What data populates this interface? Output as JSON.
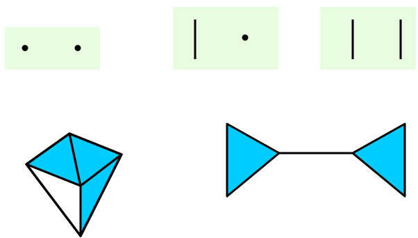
{
  "colors": {
    "panel_fill": "#e8fce0",
    "shape_fill": "#00ccff",
    "stroke": "#000000",
    "background": "#ffffff"
  },
  "diagram": {
    "panels": [
      {
        "id": "panel-1",
        "content": [
          "dot",
          "dot"
        ]
      },
      {
        "id": "panel-2",
        "content": [
          "bar",
          "dot"
        ]
      },
      {
        "id": "panel-3",
        "content": [
          "bar",
          "bar"
        ]
      }
    ],
    "figures": [
      {
        "id": "kite-complex",
        "faces": [
          "shaded",
          "shaded",
          "unshaded",
          "shaded"
        ]
      },
      {
        "id": "bowtie-graph",
        "parts": [
          "shaded-triangle",
          "edge",
          "shaded-triangle"
        ]
      }
    ]
  }
}
